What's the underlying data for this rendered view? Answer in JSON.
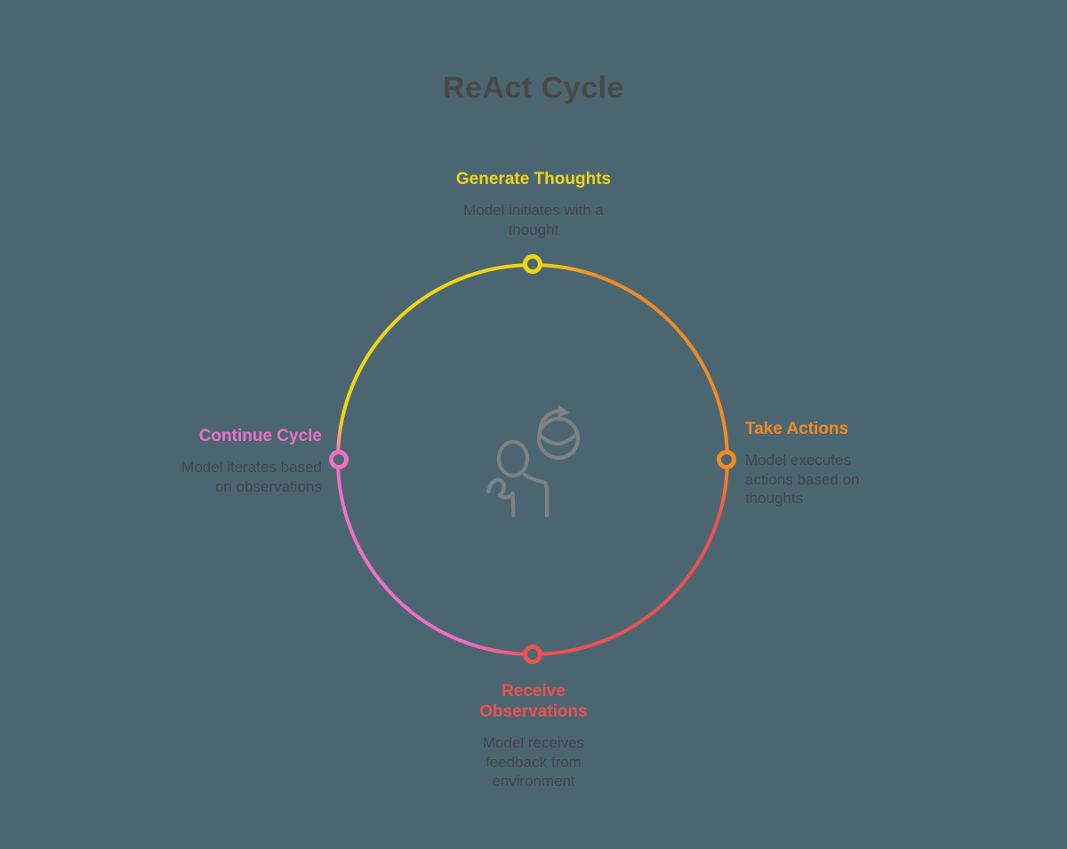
{
  "title": "ReAct Cycle",
  "title_color": "#484848",
  "background_color": "#4C6671",
  "description_text_color": "#42464A",
  "center_icon": {
    "name": "person-cycle-icon",
    "color": "#7D8286"
  },
  "cycle": {
    "nodes": [
      {
        "id": "generate-thoughts",
        "position": "top",
        "label": "Generate Thoughts",
        "description": "Model initiates with a thought",
        "color": "#F1D414"
      },
      {
        "id": "take-actions",
        "position": "right",
        "label": "Take Actions",
        "description": "Model executes actions based on thoughts",
        "color": "#EF8C23"
      },
      {
        "id": "receive-observations",
        "position": "bottom",
        "label": "Receive Observations",
        "description": "Model receives feedback from environment",
        "color": "#EE5150"
      },
      {
        "id": "continue-cycle",
        "position": "left",
        "label": "Continue Cycle",
        "description": "Model iterates based on observations",
        "color": "#EF6FC9"
      }
    ]
  }
}
